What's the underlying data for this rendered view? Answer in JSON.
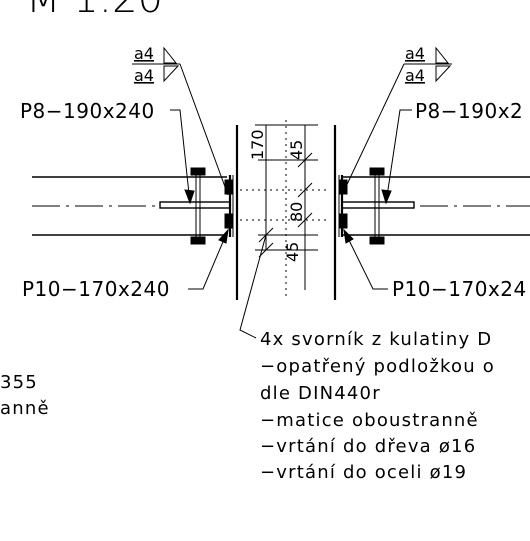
{
  "scale_title": "M 1:20",
  "weld_symbols": {
    "left_top": "a4",
    "left_bottom": "a4",
    "right_top": "a4",
    "right_bottom": "a4"
  },
  "plates": {
    "upper_left": "P8−190x240",
    "upper_right": "P8−190x2",
    "lower_left": "P10−170x240",
    "lower_right": "P10−170x24"
  },
  "dimensions": {
    "d170": "170",
    "d45_top": "45",
    "d80": "80",
    "d45_bottom": "45"
  },
  "left_notes": [
    "355",
    "anně"
  ],
  "bolt_notes": [
    "4x svorník z kulatiny D",
    "−opatřený podložkou o",
    "dle DIN440r",
    "−matice oboustranně",
    "−vrtání do dřeva ø16",
    "−vrtání do oceli ø19"
  ]
}
